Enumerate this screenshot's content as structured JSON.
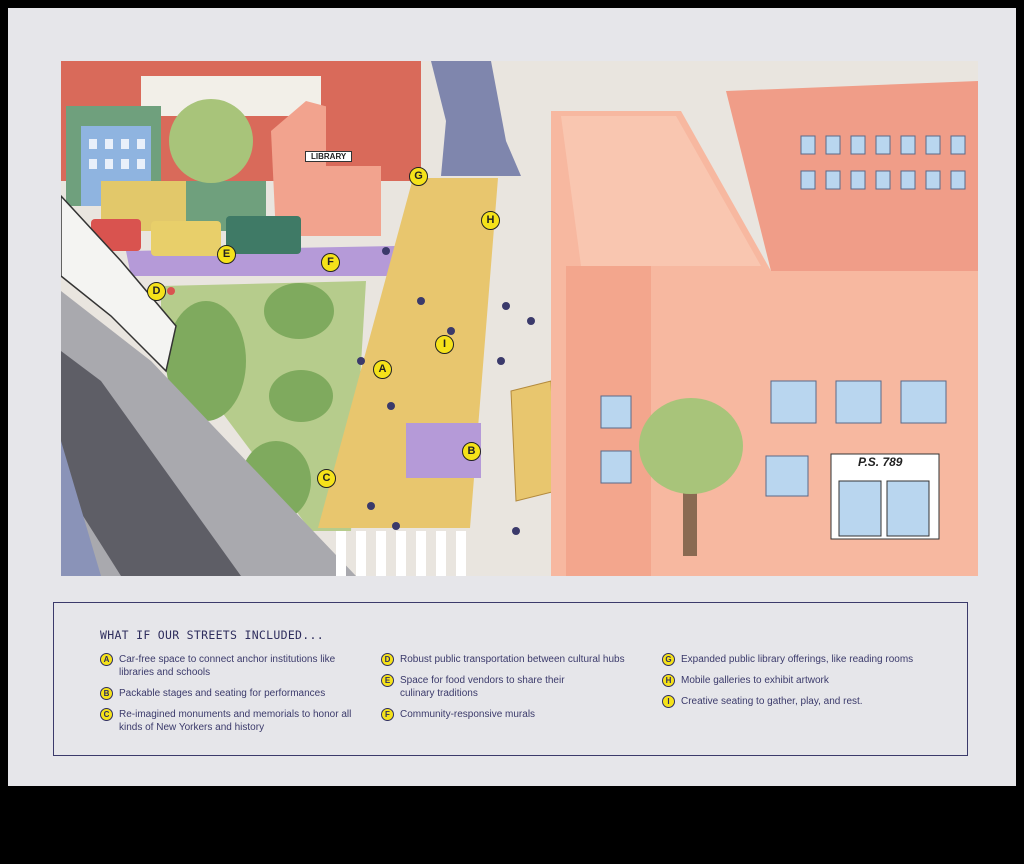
{
  "illustration": {
    "library_sign": "LIBRARY",
    "school_sign": "P.S. 789",
    "markers": [
      "A",
      "B",
      "C",
      "D",
      "E",
      "F",
      "G",
      "H",
      "I"
    ]
  },
  "legend": {
    "title": "WHAT IF OUR STREETS INCLUDED...",
    "accent": "#f5e21a",
    "border_color": "#3b3a6b",
    "columns": [
      [
        {
          "key": "A",
          "text": "Car-free space to connect anchor institutions like libraries and schools"
        },
        {
          "key": "B",
          "text": "Packable stages and seating for performances"
        },
        {
          "key": "C",
          "text": "Re-imagined monuments and memorials to honor all kinds of New Yorkers and history"
        }
      ],
      [
        {
          "key": "D",
          "text": "Robust public transportation between cultural hubs"
        },
        {
          "key": "E",
          "text": "Space for food vendors to share their culinary traditions"
        },
        {
          "key": "F",
          "text": "Community-responsive murals"
        }
      ],
      [
        {
          "key": "G",
          "text": "Expanded public library offerings, like reading rooms"
        },
        {
          "key": "H",
          "text": "Mobile galleries to exhibit artwork"
        },
        {
          "key": "I",
          "text": "Creative seating to gather, play, and rest."
        }
      ]
    ]
  }
}
